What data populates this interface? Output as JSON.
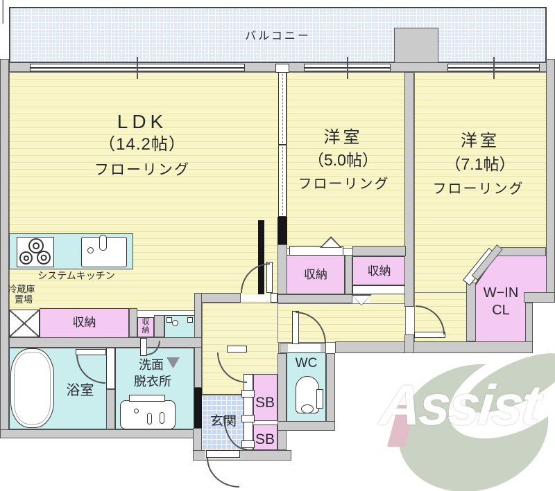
{
  "balcony": {
    "label": "バルコニー"
  },
  "rooms": {
    "ldk": {
      "name": "LDK",
      "size": "（14.2帖）",
      "floor": "フローリング"
    },
    "western5": {
      "name": "洋室",
      "size": "（5.0帖）",
      "floor": "フローリング"
    },
    "western7": {
      "name": "洋室",
      "size": "（7.1帖）",
      "floor": "フローリング"
    }
  },
  "kitchen": {
    "label": "システムキッチン",
    "fridge_line1": "冷蔵庫",
    "fridge_line2": "置場"
  },
  "storage": {
    "main": "収納",
    "small_top": "収",
    "small_bottom": "納",
    "closet5": "収納",
    "closet7": "収納",
    "walkin_line1": "W−IN",
    "walkin_line2": "CL",
    "shoebox_top": "SB",
    "shoebox_bottom": "SB"
  },
  "sanitary": {
    "bath": "浴室",
    "washroom_line1": "洗面",
    "washroom_line2": "脱衣所",
    "wc": "WC"
  },
  "entrance": {
    "label": "玄関"
  },
  "logo": {
    "text": "Assist"
  },
  "colors": {
    "floor": "#f8f6c9",
    "floor_line": "#e8e4aa",
    "closet_pink": "#f4c9f2",
    "water_cyan": "#c9eeed",
    "balcony_blue": "#dde7f5",
    "entrance_tile": "#c7d8f0",
    "wall_gray": "#cbcbcb",
    "logo_green": "#c9d2c3",
    "logo_pink": "#e2bfc8"
  }
}
